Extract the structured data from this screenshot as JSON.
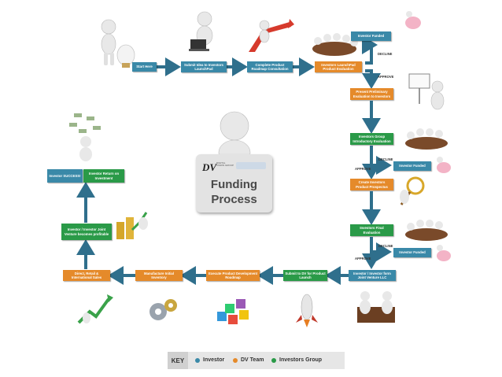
{
  "center": {
    "title_line1": "Funding",
    "title_line2": "Process",
    "logo_text": "DV",
    "logo_sub": "DIGITAL VISION GROUP"
  },
  "nodes": {
    "start_here": "Start Here",
    "submit_idea": "Submit Idea to Investors LaunchPad",
    "complete_roadmap": "Complete Product Roadmap Consultation",
    "product_evaluation": "Investors LaunchPad Product Evaluation",
    "investor_funded_1": "Investor Funded",
    "present_preliminary": "Present Preliminary Evaluation to Investors",
    "group_intro": "Investors Group Introductory Evaluation",
    "investor_funded_2": "Investor Funded",
    "create_prospectus": "Create Investors Product Prospectus",
    "final_evaluation": "Investors Final Evaluation",
    "investor_funded_3": "Investor Funded",
    "joint_venture": "Investor / Investor form Joint Venture LLC",
    "submit_dv": "Submit to DV for Product Launch",
    "execute_roadmap": "Execute Product Development Roadmap",
    "manufacture": "Manufacture Initial Inventory",
    "direct_retail": "Direct, Retail & International Sales",
    "jv_profitable": "Investor / Investor Joint Venture becomes profitable",
    "investor_success": "Investor SUCCESS!",
    "investor_return": "Investor Return on Investment"
  },
  "labels": {
    "decline_1": "DECLINE",
    "approve_1": "APPROVE",
    "decline_2": "DECLINE",
    "approve_2": "APPROVE",
    "decline_3": "DECLINE",
    "approve_3": "APPROVE"
  },
  "key": {
    "title": "KEY",
    "investor": "Investor",
    "dv_team": "DV Team",
    "investors_group": "Investors Group"
  },
  "colors": {
    "investor": "#3a89a8",
    "dv_team": "#e58a2a",
    "investors_group": "#2a9a48",
    "arrow": "#2f6f8c"
  }
}
